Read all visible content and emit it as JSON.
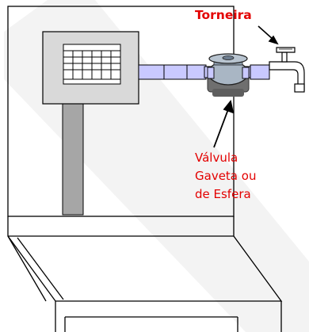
{
  "labels": {
    "faucet": "Torneira",
    "valve_line1": "Válvula",
    "valve_line2": "Gaveta ou",
    "valve_line3": "de Esfera"
  },
  "colors": {
    "label_red": "#e30000",
    "pipe_fill": "#c9c9ff",
    "panel_gray": "#d9d9d9",
    "post_gray": "#a6a6a6",
    "valve_body": "#a9b6c4",
    "valve_base": "#6f6f6f",
    "watermark": "#f2f2f2"
  },
  "icons": {
    "faucet": "faucet-icon",
    "valve": "valve-icon",
    "meter": "water-meter-icon"
  }
}
